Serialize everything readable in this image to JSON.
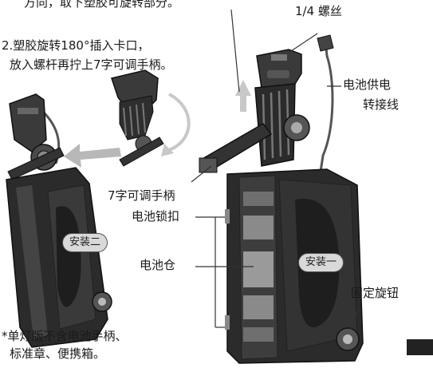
{
  "labels": {
    "step1_tail": "方向，取下塑胶可旋转部分。",
    "step2_line1": "2.塑胶旋转180°插入卡口，",
    "step2_line2": "放入螺杆再拧上7字可调手柄。",
    "screw": "1/4 螺丝",
    "battery_cable_1": "电池供电",
    "battery_cable_2": "转接线",
    "handle_7": "7字可调手柄",
    "battery_lock": "电池锁扣",
    "battery_compartment": "电池仓",
    "install_two": "安装二",
    "install_one": "安装一",
    "knob": "固定旋钮",
    "note_line1": "*单灯版不含电池手柄、",
    "note_line2": "标准章、便携箱。"
  },
  "colors": {
    "body_dark": "#2b2b2b",
    "body_mid": "#555555",
    "body_light": "#9a9a9a",
    "arrow_gray": "#b8b8b8",
    "pill_fill": "#d9d9d9"
  }
}
